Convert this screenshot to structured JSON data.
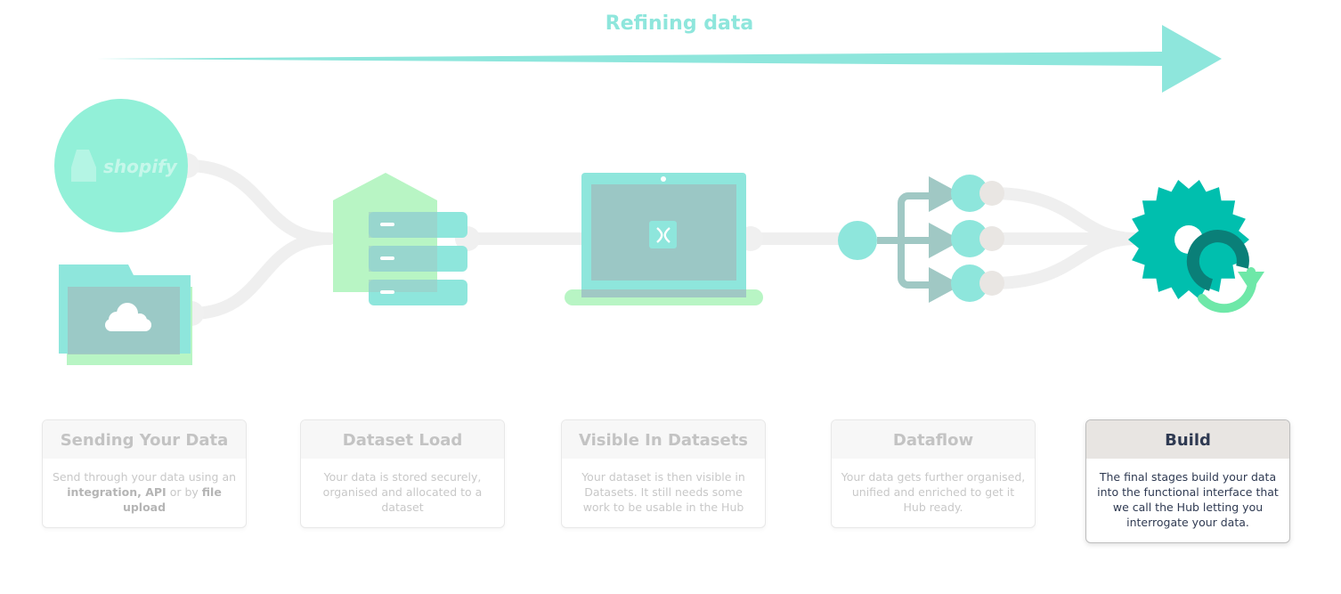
{
  "header": {
    "title": "Refining data"
  },
  "logo": {
    "text": "shopify"
  },
  "stages": [
    {
      "title": "Sending Your Data",
      "body": {
        "pre": "Send through your data using an ",
        "b1": "integration, API",
        "mid": " or by ",
        "b2": "file upload",
        "post": ""
      }
    },
    {
      "title": "Dataset Load",
      "body": {
        "text": "Your data is stored securely, organised and allocated to a dataset"
      }
    },
    {
      "title": "Visible In Datasets",
      "body": {
        "text": "Your dataset is then visible in Datasets. It still needs some work to be usable in the Hub"
      }
    },
    {
      "title": "Dataflow",
      "body": {
        "text": "Your data gets further organised, unified and enriched to get it Hub ready."
      }
    },
    {
      "title": "Build",
      "body": {
        "text": "The final stages build your data into the functional interface that we call the Hub letting you interrogate your data."
      }
    }
  ],
  "colors": {
    "teal": "#8ee6dc",
    "mint": "#b8f5c4",
    "server": "#9be0da",
    "dark_teal": "#00bfae",
    "grey_line": "#ececec"
  },
  "icons": [
    "arrow-icon",
    "shopify-icon",
    "folder-icon",
    "cloud-icon",
    "server-icon",
    "laptop-icon",
    "hub-logo-icon",
    "branch-icon",
    "gear-icon",
    "refresh-icon"
  ]
}
